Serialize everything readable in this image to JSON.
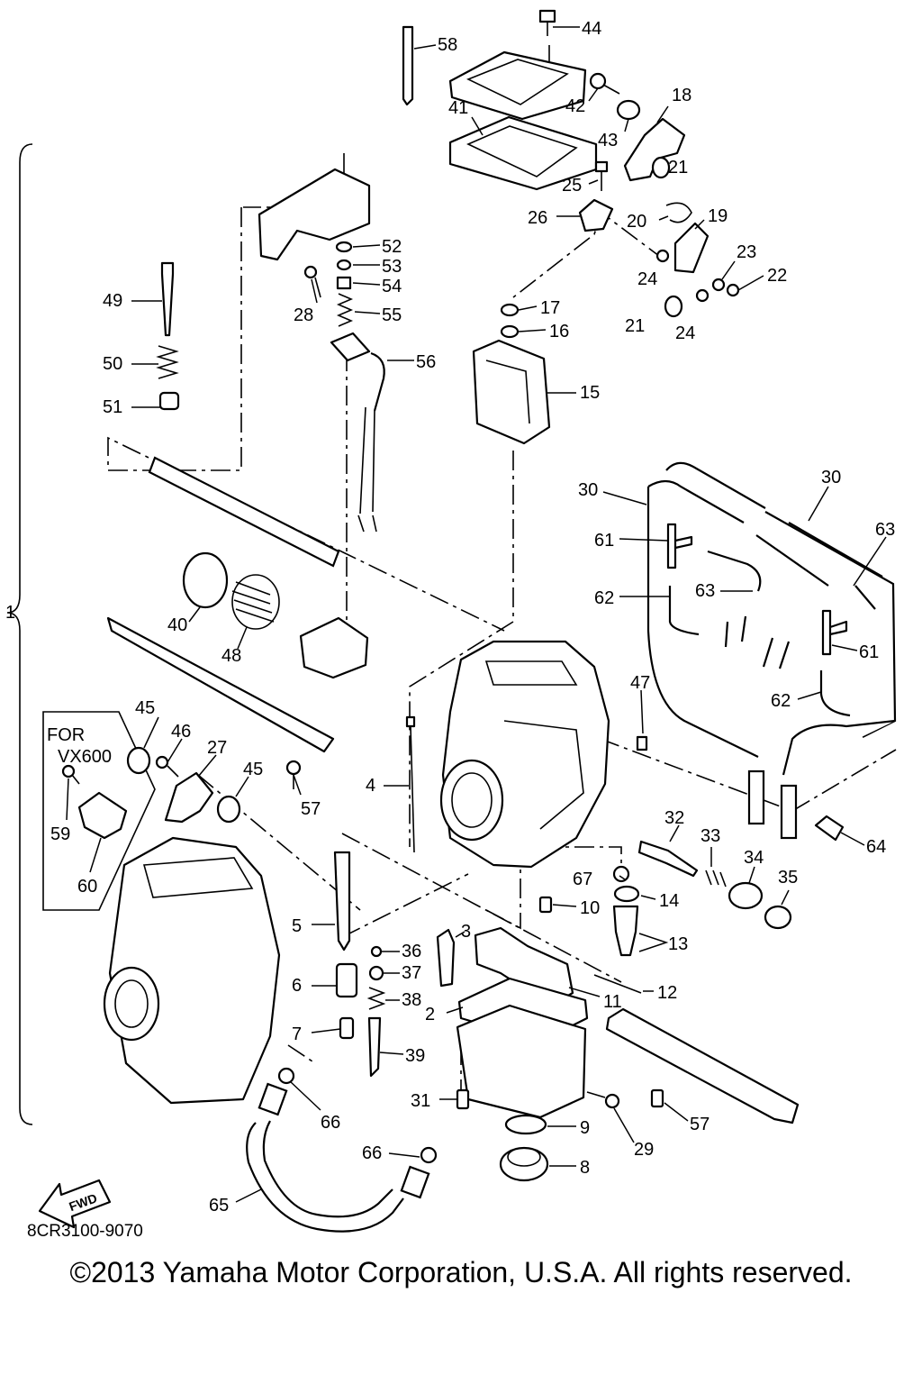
{
  "diagram": {
    "assembly_label": "1",
    "variant_note": [
      "FOR",
      "VX600"
    ],
    "fwd_label": "FWD",
    "drawing_code": "8CR3100-9070",
    "copyright": "©2013 Yamaha Motor Corporation, U.S.A. All rights reserved.",
    "callouts": [
      "2",
      "3",
      "4",
      "5",
      "6",
      "7",
      "8",
      "9",
      "10",
      "11",
      "12",
      "13",
      "14",
      "15",
      "16",
      "17",
      "18",
      "19",
      "20",
      "21",
      "21",
      "22",
      "23",
      "24",
      "24",
      "25",
      "26",
      "27",
      "28",
      "29",
      "30",
      "30",
      "31",
      "32",
      "33",
      "34",
      "35",
      "36",
      "37",
      "38",
      "39",
      "40",
      "41",
      "42",
      "43",
      "44",
      "45",
      "45",
      "46",
      "47",
      "48",
      "49",
      "50",
      "51",
      "52",
      "53",
      "54",
      "55",
      "56",
      "57",
      "57",
      "58",
      "59",
      "60",
      "61",
      "61",
      "62",
      "62",
      "63",
      "63",
      "64",
      "65",
      "66",
      "66",
      "67"
    ]
  }
}
